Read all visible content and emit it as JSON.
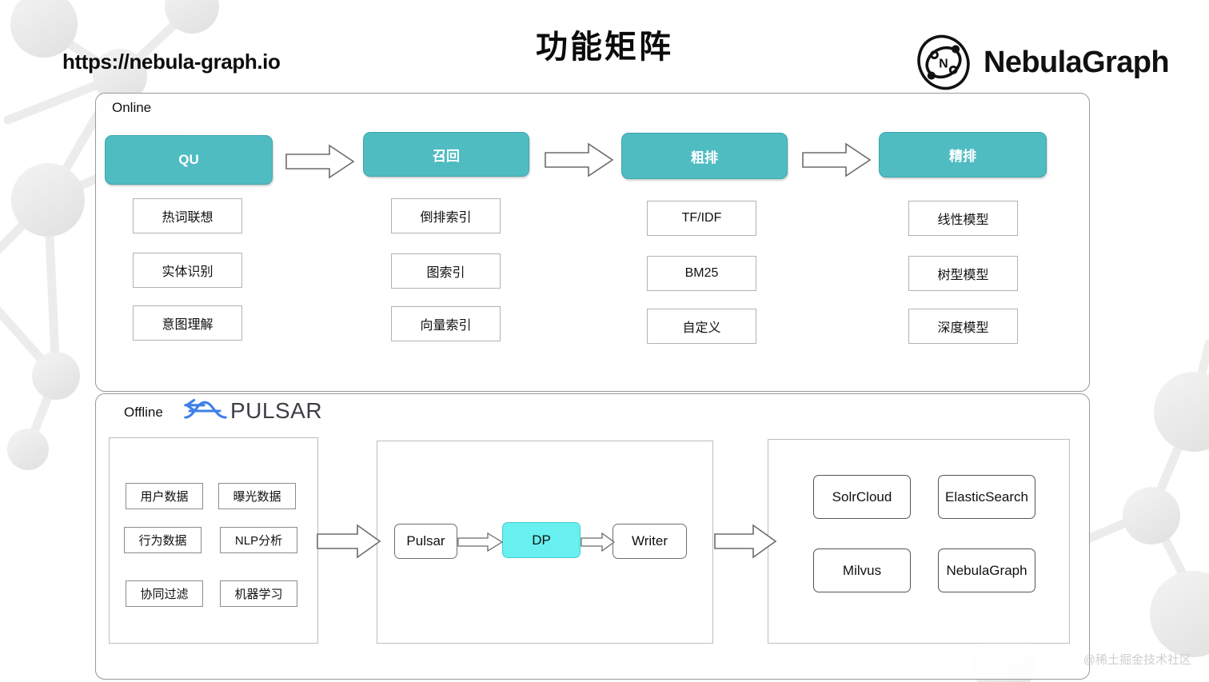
{
  "header": {
    "site_url": "https://nebula-graph.io",
    "title": "功能矩阵",
    "brand_name": "NebulaGraph",
    "brand_icon": "nebulagraph-logo-icon"
  },
  "online": {
    "label": "Online",
    "stages": [
      {
        "name": "QU",
        "features": [
          "热词联想",
          "实体识别",
          "意图理解"
        ]
      },
      {
        "name": "召回",
        "features": [
          "倒排索引",
          "图索引",
          "向量索引"
        ]
      },
      {
        "name": "粗排",
        "features": [
          "TF/IDF",
          "BM25",
          "自定义"
        ]
      },
      {
        "name": "精排",
        "features": [
          "线性模型",
          "树型模型",
          "深度模型"
        ]
      }
    ],
    "arrow_icon": "right-block-arrow-icon"
  },
  "offline": {
    "label": "Offline",
    "pulsar_logo_icon": "pulsar-logo-icon",
    "pulsar_word": "PULSAR",
    "sources": [
      "用户数据",
      "曝光数据",
      "行为数据",
      "NLP分析",
      "协同过滤",
      "机器学习"
    ],
    "pipeline": [
      {
        "label": "Pulsar",
        "accent": false
      },
      {
        "label": "DP",
        "accent": true
      },
      {
        "label": "Writer",
        "accent": false
      }
    ],
    "stores": [
      "SolrCloud",
      "ElasticSearch",
      "Milvus",
      "NebulaGraph"
    ],
    "arrow_icon": "right-block-arrow-icon"
  },
  "watermark": "@稀土掘金技术社区",
  "colors": {
    "stage_teal": "#4fbcc2",
    "accent_cyan": "#68f0f0",
    "panel_border": "#9a9a9a",
    "pulsar_blue": "#3e7fe8"
  }
}
